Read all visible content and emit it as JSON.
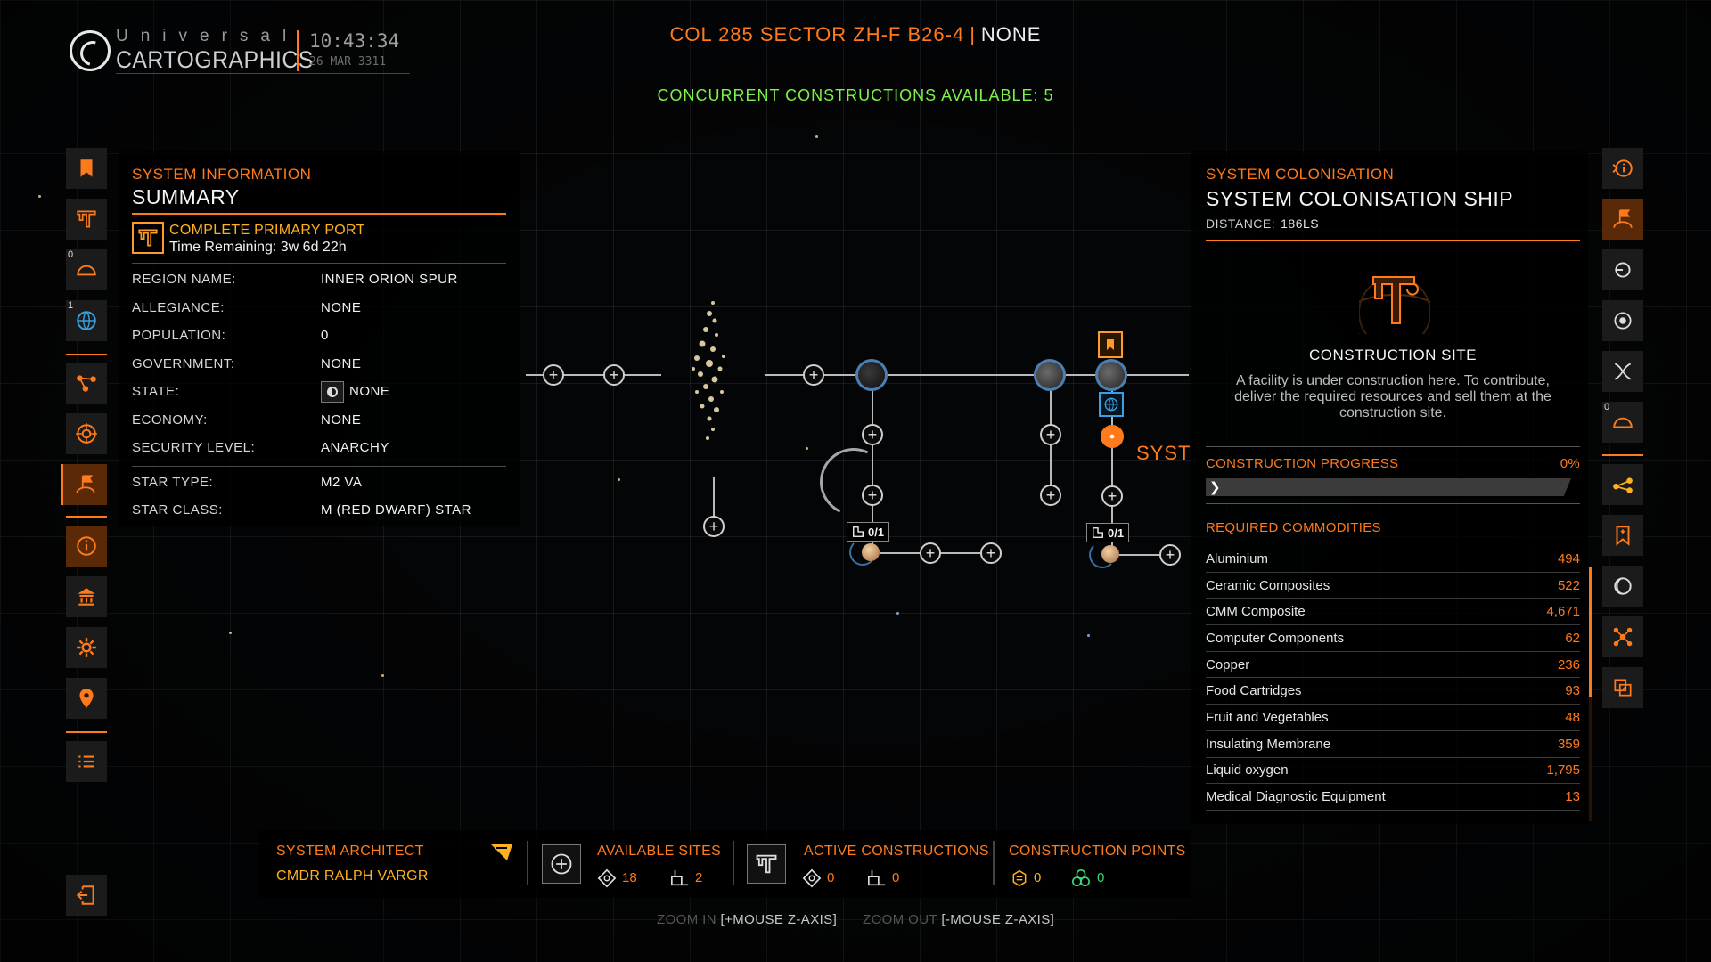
{
  "header": {
    "logo_top": "Universal",
    "logo_main": "CARTOGRAPHICS",
    "time": "10:43:34",
    "date": "26 MAR 3311",
    "system_name": "COL 285 SECTOR ZH-F B26-4",
    "title_separator": "|",
    "system_status": "NONE",
    "concurrent_constructions": "CONCURRENT CONSTRUCTIONS AVAILABLE: 5"
  },
  "left_sidebar": {
    "badges": {
      "planet": "0",
      "globe": "1"
    },
    "icons": [
      "bookmark-icon",
      "construction-icon",
      "planet-icon",
      "globe-icon",
      "route-icon",
      "target-icon",
      "colonisation-flag-icon",
      "info-icon",
      "landmark-icon",
      "settings-icon",
      "location-pin-icon",
      "list-icon",
      "exit-icon"
    ]
  },
  "right_sidebar": {
    "badges": {
      "planet": "0"
    },
    "icons": [
      "info-icon",
      "colonisation-flag-icon",
      "refresh-icon",
      "orbit-icon",
      "dna-icon",
      "planet-icon",
      "route-icon",
      "bookmark-icon",
      "ring-icon",
      "network-icon",
      "share-icon"
    ]
  },
  "system_info": {
    "section": "SYSTEM INFORMATION",
    "title": "SUMMARY",
    "port": {
      "title": "COMPLETE PRIMARY PORT",
      "time_remaining": "Time Remaining: 3w 6d 22h"
    },
    "rows": [
      {
        "label": "REGION NAME:",
        "value": "INNER ORION SPUR"
      },
      {
        "label": "ALLEGIANCE:",
        "value": "NONE"
      },
      {
        "label": "POPULATION:",
        "value": "0"
      },
      {
        "label": "GOVERNMENT:",
        "value": "NONE"
      },
      {
        "label": "STATE:",
        "value": "NONE"
      },
      {
        "label": "ECONOMY:",
        "value": "NONE"
      },
      {
        "label": "SECURITY LEVEL:",
        "value": "ANARCHY"
      }
    ],
    "star_rows": [
      {
        "label": "STAR TYPE:",
        "value": "M2 VA"
      },
      {
        "label": "STAR CLASS:",
        "value": "M (RED DWARF) STAR"
      }
    ]
  },
  "map": {
    "chip_left": "0/1",
    "chip_right": "0/1",
    "syst_label": "SYST"
  },
  "colonisation": {
    "section": "SYSTEM COLONISATION",
    "title": "SYSTEM COLONISATION SHIP",
    "distance_label": "DISTANCE:",
    "distance_value": "186LS",
    "site_title": "CONSTRUCTION SITE",
    "site_description": "A facility is under construction here. To contribute, deliver the required resources and sell them at the construction site.",
    "progress_label": "CONSTRUCTION PROGRESS",
    "progress_value": "0%",
    "progress_fraction": 0,
    "required_label": "REQUIRED COMMODITIES",
    "commodities": [
      {
        "name": "Aluminium",
        "qty": "494"
      },
      {
        "name": "Ceramic Composites",
        "qty": "522"
      },
      {
        "name": "CMM Composite",
        "qty": "4,671"
      },
      {
        "name": "Computer Components",
        "qty": "62"
      },
      {
        "name": "Copper",
        "qty": "236"
      },
      {
        "name": "Food Cartridges",
        "qty": "93"
      },
      {
        "name": "Fruit and Vegetables",
        "qty": "48"
      },
      {
        "name": "Insulating Membrane",
        "qty": "359"
      },
      {
        "name": "Liquid oxygen",
        "qty": "1,795"
      },
      {
        "name": "Medical Diagnostic Equipment",
        "qty": "13"
      }
    ]
  },
  "bottom_bar": {
    "architect_label": "SYSTEM ARCHITECT",
    "architect_name": "CMDR RALPH VARGR",
    "available_label": "AVAILABLE SITES",
    "available_orbital": "18",
    "available_surface": "2",
    "active_label": "ACTIVE CONSTRUCTIONS",
    "active_orbital": "0",
    "active_surface": "0",
    "points_label": "CONSTRUCTION POINTS",
    "points_a": "0",
    "points_b": "0"
  },
  "zoom_hints": {
    "zoom_in_label": "ZOOM IN",
    "zoom_in_key": "[+MOUSE Z-AXIS]",
    "zoom_out_label": "ZOOM OUT",
    "zoom_out_key": "[-MOUSE Z-AXIS]"
  },
  "colors": {
    "accent": "#ff7a1a",
    "highlight": "#ffb020",
    "green": "#7df24b",
    "blue_ring": "#4b7fb0"
  }
}
